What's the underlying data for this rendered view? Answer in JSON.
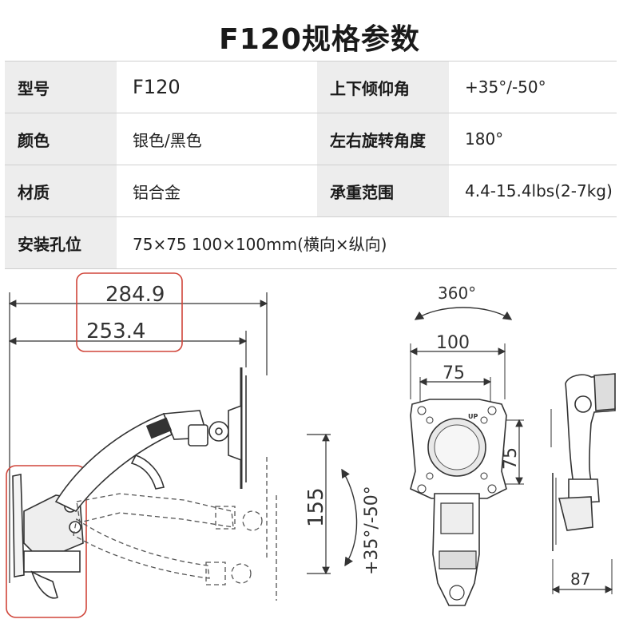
{
  "title": "F120规格参数",
  "specs": {
    "model_label": "型号",
    "model_value": "F120",
    "tilt_label": "上下倾仰角",
    "tilt_value": "+35°/-50°",
    "color_label": "颜色",
    "color_value": "银色/黑色",
    "swivel_label": "左右旋转角度",
    "swivel_value": "180°",
    "material_label": "材质",
    "material_value": "铝合金",
    "load_label": "承重范围",
    "load_value": "4.4-15.4lbs(2-7kg)",
    "vesa_label": "安装孔位",
    "vesa_value": "75×75  100×100mm(横向×纵向)"
  },
  "diagram": {
    "dim_total": "284.9",
    "dim_arm": "253.4",
    "dim_height": "155",
    "tilt_angle": "+35°/-50°",
    "rotation": "360°",
    "vesa_large": "100",
    "vesa_small": "75",
    "vesa_small_v": "75",
    "depth": "87",
    "up_mark": "UP"
  },
  "colors": {
    "highlight": "#d0453a",
    "line": "#333333",
    "header_bg": "#ededed"
  }
}
